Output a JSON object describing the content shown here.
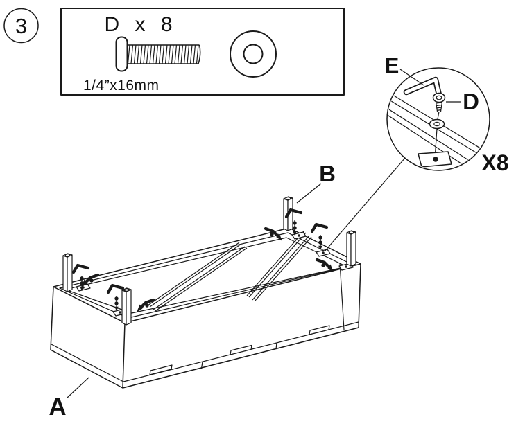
{
  "step": {
    "number": "3"
  },
  "parts_box": {
    "part_label": "D x 8",
    "dimension": "1/4”x16mm",
    "icons": [
      "screw-side-view-icon",
      "washer-front-view-icon"
    ]
  },
  "callout": {
    "tool_label": "E",
    "screw_label": "D",
    "quantity": "X8",
    "icons": [
      "allen-key-icon",
      "screw-icon",
      "washer-icon",
      "mounting-plate-icon"
    ]
  },
  "labels": {
    "cabinet": "A",
    "leg": "B"
  },
  "colors": {
    "line": "#1a1a1a",
    "background": "#ffffff"
  }
}
